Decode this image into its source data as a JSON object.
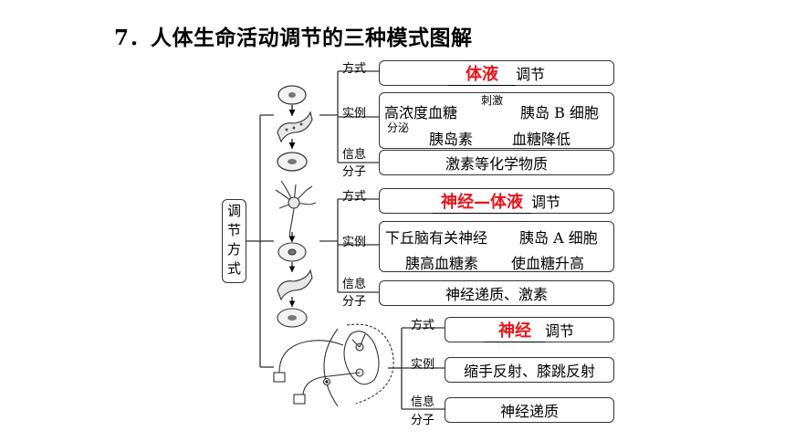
{
  "title": "7．人体生命活动调节的三种模式图解",
  "side_label": [
    "调",
    "节",
    "方",
    "式"
  ],
  "labels": {
    "method": "方式",
    "example": "实例",
    "signal_1": "信息",
    "signal_2": "分子"
  },
  "humoral": {
    "answer": "体液",
    "suffix": "调节",
    "example_line1_a": "高浓度血糖",
    "example_line1_arrow": "刺激",
    "example_line1_b": "胰岛 B 细胞",
    "example_line2_arrow": "分泌",
    "example_line2_b": "胰岛素",
    "example_line2_c": "血糖降低",
    "signal": "激素等化学物质"
  },
  "neuro_humoral": {
    "answer": "神经—体液",
    "suffix": "调节",
    "example_line1": "下丘脑有关神经",
    "example_line1_b": "胰岛 A 细胞",
    "example_line2_a": "胰高血糖素",
    "example_line2_b": "使血糖升高",
    "signal": "神经递质、激素"
  },
  "neural": {
    "answer": "神经",
    "suffix": "调节",
    "example": "缩手反射、膝跳反射",
    "signal": "神经递质"
  }
}
